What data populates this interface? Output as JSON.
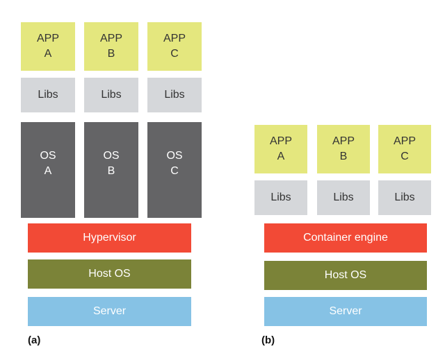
{
  "panel_a": {
    "label": "(a)",
    "apps": [
      "APP\nA",
      "APP\nB",
      "APP\nC"
    ],
    "libs": [
      "Libs",
      "Libs",
      "Libs"
    ],
    "oses": [
      "OS\nA",
      "OS\nB",
      "OS\nC"
    ],
    "hypervisor": "Hypervisor",
    "host_os": "Host OS",
    "server": "Server"
  },
  "panel_b": {
    "label": "(b)",
    "apps": [
      "APP\nA",
      "APP\nB",
      "APP\nC"
    ],
    "libs": [
      "Libs",
      "Libs",
      "Libs"
    ],
    "engine": "Container engine",
    "host_os": "Host OS",
    "server": "Server"
  },
  "colors": {
    "app": "#e4e77e",
    "libs": "#d5d7da",
    "os": "#646466",
    "hypervisor": "#f24a36",
    "host_os": "#7b8338",
    "server": "#86c2e5"
  }
}
